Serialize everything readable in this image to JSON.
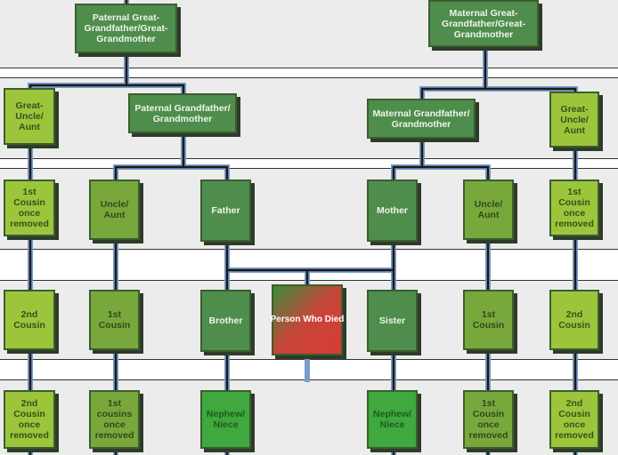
{
  "colors": {
    "dark_green": "#4f8d4d",
    "lime": "#9cc53c",
    "olive": "#78a83c",
    "bright_green": "#3fa83e",
    "died_red": "#d93a33",
    "connector_blue": "#7a9cc8"
  },
  "generation1": {
    "paternal_great_grandparents": "Paternal Great-Grandfather/Great-Grandmother",
    "maternal_great_grandparents": "Maternal Great-Grandfather/Great-Grandmother"
  },
  "generation2": {
    "great_uncle_left": "Great-Uncle/ Aunt",
    "paternal_grandparents": "Paternal Grandfather/ Grandmother",
    "maternal_grandparents": "Maternal Grandfather/ Grandmother",
    "great_uncle_right": "Great-Uncle/ Aunt"
  },
  "generation3": {
    "cousin_removed_left": "1st Cousin once removed",
    "uncle_left": "Uncle/ Aunt",
    "father": "Father",
    "mother": "Mother",
    "uncle_right": "Uncle/ Aunt",
    "cousin_removed_right": "1st Cousin once removed"
  },
  "generation4": {
    "second_cousin_left": "2nd Cousin",
    "first_cousin_left": "1st Cousin",
    "brother": "Brother",
    "person_who_died": "Person Who Died",
    "sister": "Sister",
    "first_cousin_right": "1st Cousin",
    "second_cousin_right": "2nd Cousin"
  },
  "generation5": {
    "second_removed_left": "2nd Cousin once removed",
    "first_removed_left": "1st cousins once removed",
    "nephew_left": "Nephew/ Niece",
    "nephew_right": "Nephew/ Niece",
    "first_removed_right": "1st Cousin once removed",
    "second_removed_right": "2nd Cousin once removed"
  }
}
